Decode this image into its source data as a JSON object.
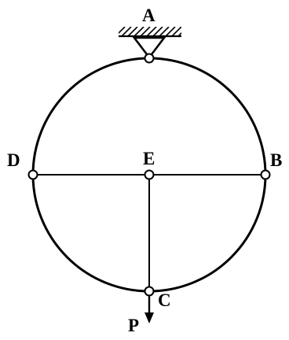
{
  "labels": {
    "A": "A",
    "B": "B",
    "C": "C",
    "D": "D",
    "E": "E",
    "P": "P"
  }
}
